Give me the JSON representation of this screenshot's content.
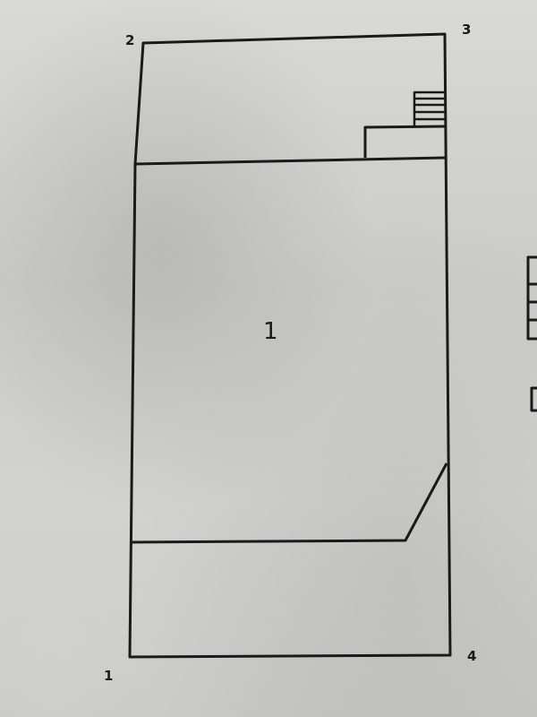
{
  "plan": {
    "corner_labels": [
      "2",
      "3",
      "4",
      "1"
    ],
    "room_label": "1"
  },
  "colors": {
    "ink": "#1a1a1a",
    "paper": "#d0d0cd"
  }
}
